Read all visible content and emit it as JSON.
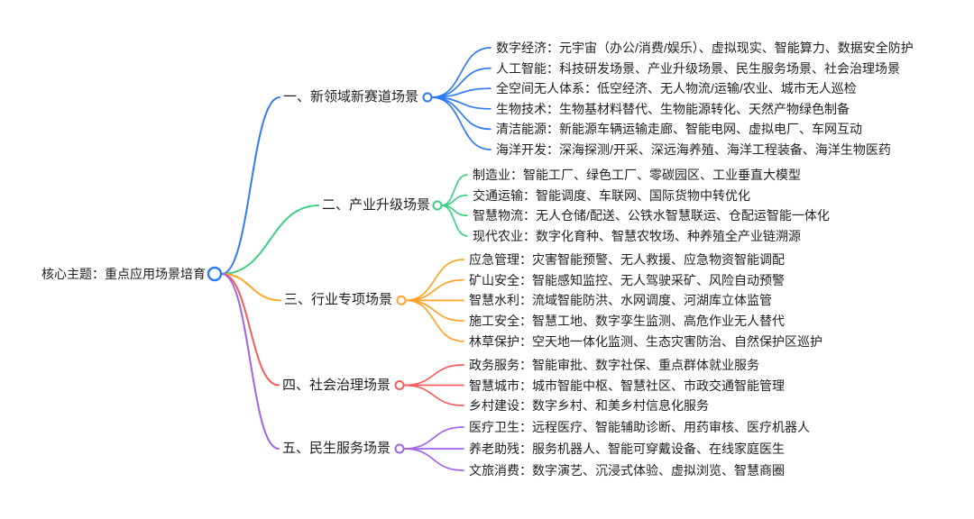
{
  "diagram": {
    "root": {
      "label": "核心主题：重点应用场景培育",
      "color": "#2F7BF5"
    },
    "branches": [
      {
        "label": "一、新领域新赛道场景",
        "color": "#2F7BF5",
        "leaves": [
          "数字经济：元宇宙（办公/消费/娱乐）、虚拟现实、智能算力、数据安全防护",
          "人工智能：科技研发场景、产业升级场景、民生服务场景、社会治理场景",
          "全空间无人体系：低空经济、无人物流/运输/农业、城市无人巡检",
          "生物技术：生物基材料替代、生物能源转化、天然产物绿色制备",
          "清洁能源：新能源车辆运输走廊、智能电网、虚拟电厂、车网互动",
          "海洋开发：深海探测/开采、深远海养殖、海洋工程装备、海洋生物医药"
        ]
      },
      {
        "label": "二、产业升级场景",
        "color": "#3DD182",
        "leaves": [
          "制造业：智能工厂、绿色工厂、零碳园区、工业垂直大模型",
          "交通运输：智能调度、车联网、国际货物中转优化",
          "智慧物流：无人仓储/配送、公铁水智慧联运、仓配运智能一体化",
          "现代农业：数字化育种、智慧农牧场、种养殖全产业链溯源"
        ]
      },
      {
        "label": "三、行业专项场景",
        "color": "#FFA32A",
        "leaves": [
          "应急管理：灾害智能预警、无人救援、应急物资智能调配",
          "矿山安全：智能感知监控、无人驾驶采矿、风险自动预警",
          "智慧水利：流域智能防洪、水网调度、河湖库立体监管",
          "施工安全：智慧工地、数字孪生监测、高危作业无人替代",
          "林草保护：空天地一体化监测、生态灾害防治、自然保护区巡护"
        ]
      },
      {
        "label": "四、社会治理场景",
        "color": "#F75C5C",
        "leaves": [
          "政务服务：智能审批、数字社保、重点群体就业服务",
          "智慧城市：城市智能中枢、智慧社区、市政交通智能管理",
          "乡村建设：数字乡村、和美乡村信息化服务"
        ]
      },
      {
        "label": "五、民生服务场景",
        "color": "#A263EA",
        "leaves": [
          "医疗卫生：远程医疗、智能辅助诊断、用药审核、医疗机器人",
          "养老助残：服务机器人、智能可穿戴设备、在线家庭医生",
          "文旅消费：数字演艺、沉浸式体验、虚拟浏览、智慧商圈"
        ]
      }
    ]
  }
}
